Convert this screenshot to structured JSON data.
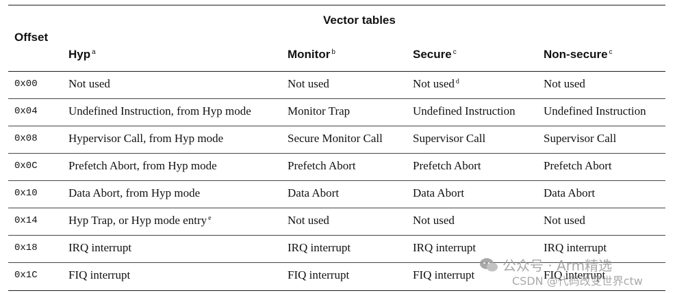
{
  "table": {
    "offset_header": "Offset",
    "group_header": "Vector tables",
    "columns": [
      {
        "label": "Hyp",
        "sup": "a"
      },
      {
        "label": "Monitor",
        "sup": "b"
      },
      {
        "label": "Secure",
        "sup": "c"
      },
      {
        "label": "Non-secure",
        "sup": "c"
      }
    ],
    "rows": [
      {
        "offset": "0x00",
        "cells": [
          {
            "text": "Not used",
            "sup": ""
          },
          {
            "text": "Not used",
            "sup": ""
          },
          {
            "text": "Not used",
            "sup": "d"
          },
          {
            "text": "Not used",
            "sup": ""
          }
        ]
      },
      {
        "offset": "0x04",
        "cells": [
          {
            "text": "Undefined Instruction, from Hyp mode",
            "sup": ""
          },
          {
            "text": "Monitor Trap",
            "sup": ""
          },
          {
            "text": "Undefined Instruction",
            "sup": ""
          },
          {
            "text": "Undefined Instruction",
            "sup": ""
          }
        ]
      },
      {
        "offset": "0x08",
        "cells": [
          {
            "text": "Hypervisor Call, from Hyp mode",
            "sup": ""
          },
          {
            "text": "Secure Monitor Call",
            "sup": ""
          },
          {
            "text": "Supervisor Call",
            "sup": ""
          },
          {
            "text": "Supervisor Call",
            "sup": ""
          }
        ]
      },
      {
        "offset": "0x0C",
        "cells": [
          {
            "text": "Prefetch Abort, from Hyp mode",
            "sup": ""
          },
          {
            "text": "Prefetch Abort",
            "sup": ""
          },
          {
            "text": "Prefetch Abort",
            "sup": ""
          },
          {
            "text": "Prefetch Abort",
            "sup": ""
          }
        ]
      },
      {
        "offset": "0x10",
        "cells": [
          {
            "text": "Data Abort, from Hyp mode",
            "sup": ""
          },
          {
            "text": "Data Abort",
            "sup": ""
          },
          {
            "text": "Data Abort",
            "sup": ""
          },
          {
            "text": "Data Abort",
            "sup": ""
          }
        ]
      },
      {
        "offset": "0x14",
        "cells": [
          {
            "text": "Hyp Trap, or Hyp mode entry",
            "sup": "e"
          },
          {
            "text": "Not used",
            "sup": ""
          },
          {
            "text": "Not used",
            "sup": ""
          },
          {
            "text": "Not used",
            "sup": ""
          }
        ]
      },
      {
        "offset": "0x18",
        "cells": [
          {
            "text": "IRQ interrupt",
            "sup": ""
          },
          {
            "text": "IRQ interrupt",
            "sup": ""
          },
          {
            "text": "IRQ interrupt",
            "sup": ""
          },
          {
            "text": "IRQ interrupt",
            "sup": ""
          }
        ]
      },
      {
        "offset": "0x1C",
        "cells": [
          {
            "text": "FIQ interrupt",
            "sup": ""
          },
          {
            "text": "FIQ interrupt",
            "sup": ""
          },
          {
            "text": "FIQ interrupt",
            "sup": ""
          },
          {
            "text": "FIQ interrupt",
            "sup": ""
          }
        ]
      }
    ]
  },
  "watermark": {
    "line1": "公众号 · Arm精选",
    "line2": "CSDN @代码改变世界ctw",
    "icon": "wechat-icon"
  }
}
